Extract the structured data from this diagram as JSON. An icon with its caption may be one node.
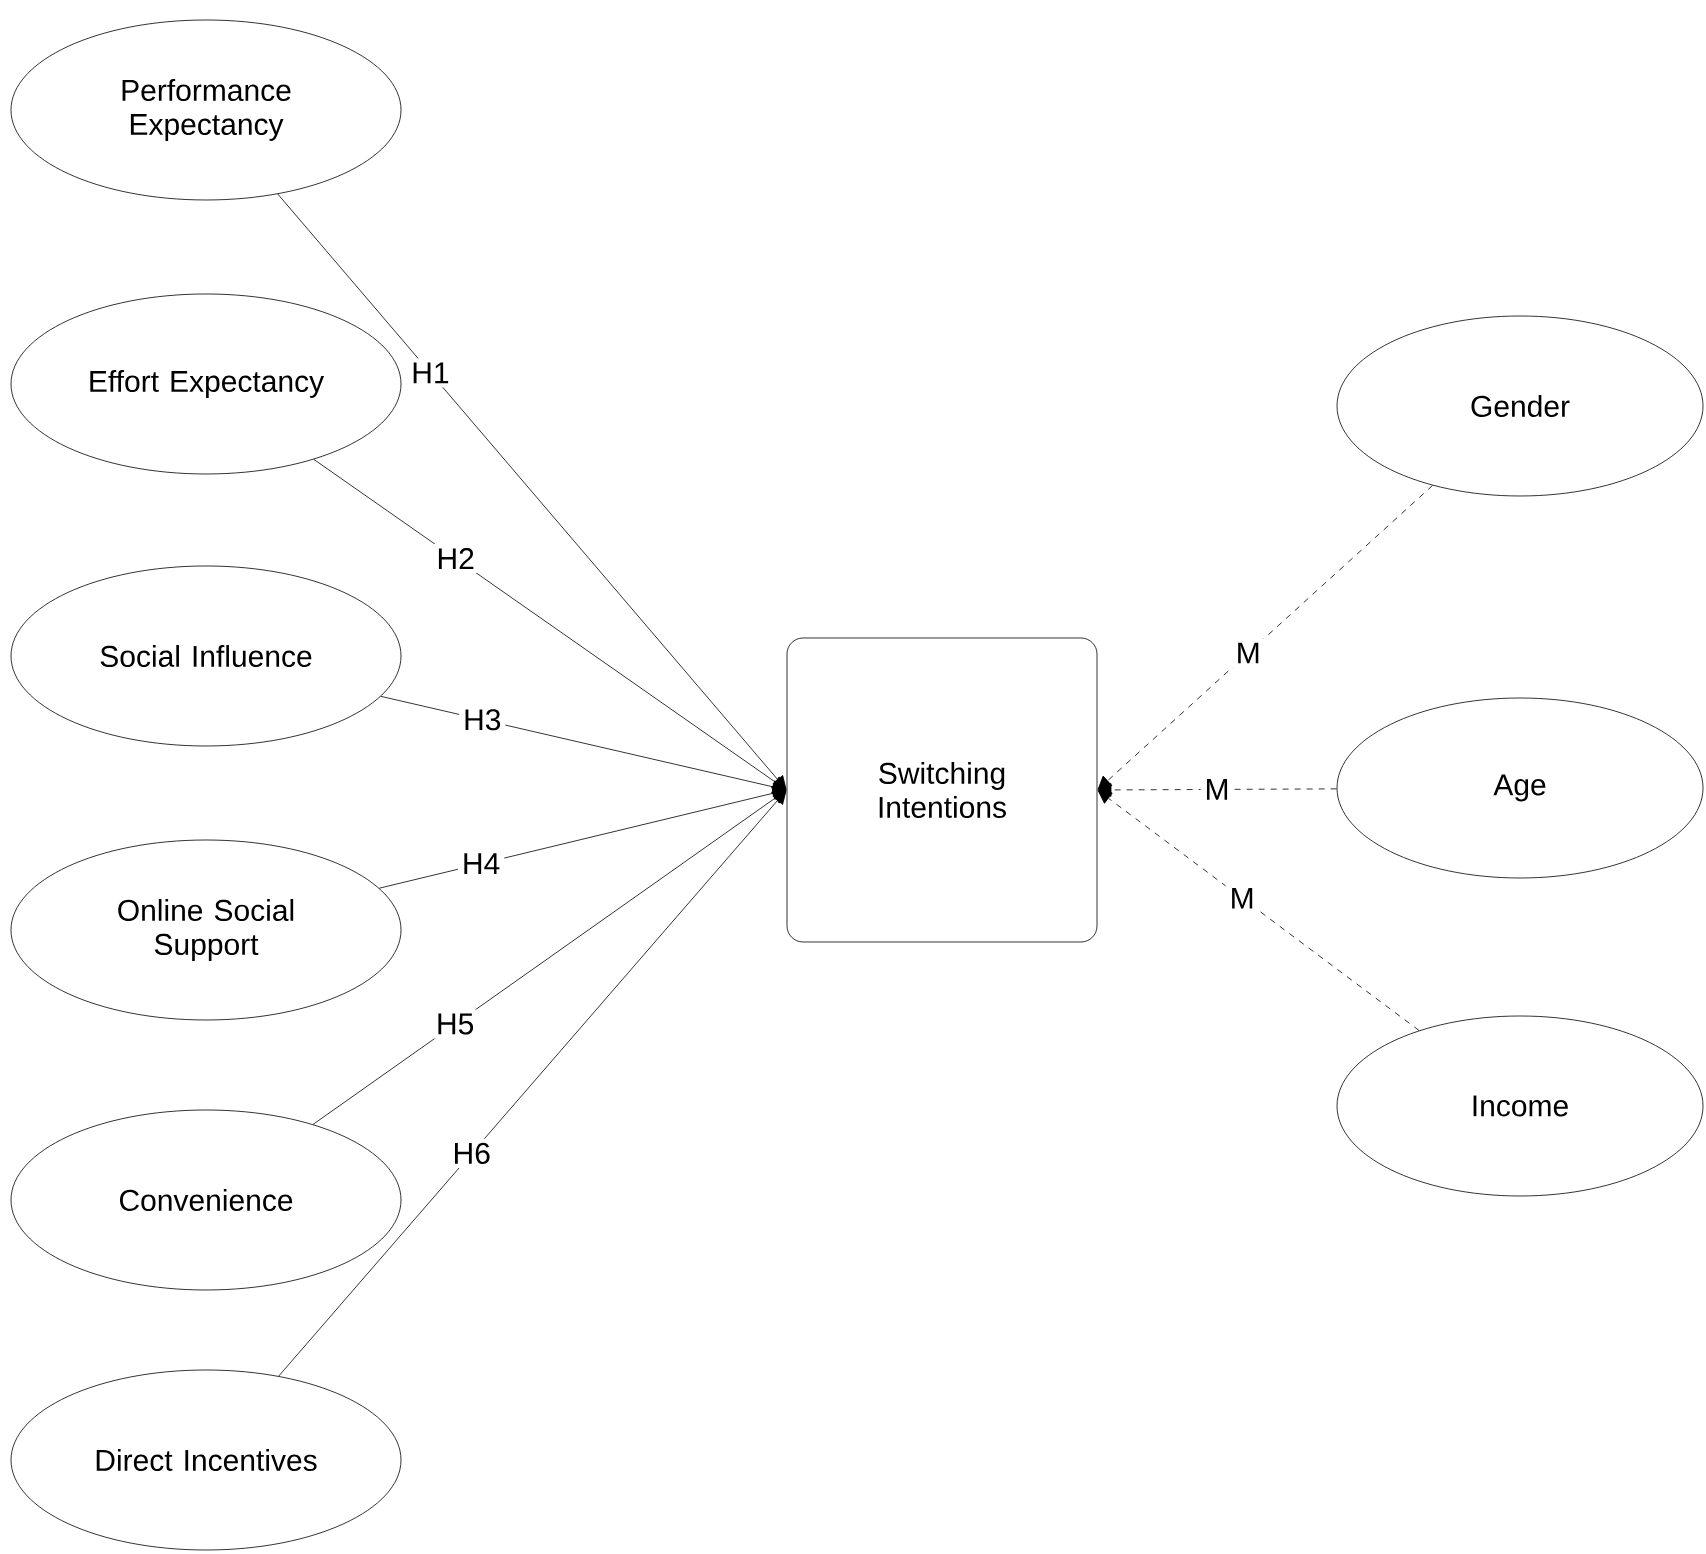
{
  "diagram": {
    "nodes": [
      {
        "text": [
          "Performance Expectancy"
        ]
      },
      {
        "text": [
          "Effort Expectancy"
        ]
      },
      {
        "text": [
          "Social Influence"
        ]
      },
      {
        "text": [
          "Online Social Support"
        ]
      },
      {
        "text": [
          "Convenience"
        ]
      },
      {
        "text": [
          "Direct Incentives"
        ]
      },
      {
        "text": [
          "Switching Intentions"
        ]
      },
      {
        "text": [
          "Gender"
        ]
      },
      {
        "text": [
          "Age"
        ]
      },
      {
        "text": [
          "Income"
        ]
      }
    ],
    "edges": [
      {
        "from": 0,
        "to": 6,
        "arrow": "to",
        "label": "H1"
      },
      {
        "from": 1,
        "to": 6,
        "arrow": "to",
        "label": "H2"
      },
      {
        "from": 2,
        "to": 6,
        "arrow": "to",
        "label": "H3"
      },
      {
        "from": 3,
        "to": 6,
        "arrow": "to",
        "label": "H4"
      },
      {
        "from": 4,
        "to": 6,
        "arrow": "to",
        "label": "H5"
      },
      {
        "from": 5,
        "to": 6,
        "arrow": "to",
        "label": "H6"
      },
      {
        "from": 7,
        "to": 6,
        "arrow": "to",
        "label": "M",
        "style": "dashed"
      },
      {
        "from": 8,
        "to": 6,
        "arrow": "to",
        "label": "M",
        "style": "dashed"
      },
      {
        "from": 9,
        "to": 6,
        "arrow": "to",
        "label": "M",
        "style": "dashed"
      }
    ]
  }
}
